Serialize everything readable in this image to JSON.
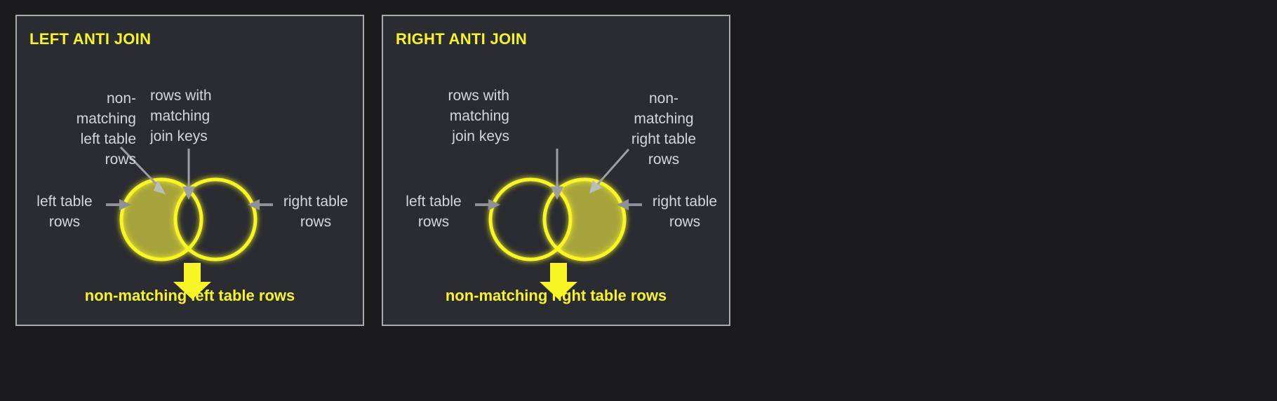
{
  "page": {
    "background_color": "#1b1b1d",
    "panel_background": "#2b2c31",
    "panel_border_color": "#a8aab0",
    "accent_yellow": "#f7f524",
    "fill_olive": "#a8a43c",
    "label_gray": "#d4d6da",
    "arrow_gray": "#909398"
  },
  "panels": [
    {
      "id": "left-anti-join",
      "title": "LEFT ANTI JOIN",
      "labels": {
        "top_left": "non-\nmatching\nleft table\nrows",
        "top_right": "rows with\nmatching\njoin keys",
        "side_left": "left table\nrows",
        "side_right": "right table\nrows"
      },
      "caption": "non-matching left table rows",
      "venn": {
        "left_circle_filled": true,
        "right_circle_filled": false,
        "intersection_filled": false
      }
    },
    {
      "id": "right-anti-join",
      "title": "RIGHT ANTI JOIN",
      "labels": {
        "top_left": "rows with\nmatching\njoin keys",
        "top_right": "non-\nmatching\nright table\nrows",
        "side_left": "left table\nrows",
        "side_right": "right table\nrows"
      },
      "caption": "non-matching right table rows",
      "venn": {
        "left_circle_filled": false,
        "right_circle_filled": true,
        "intersection_filled": false
      }
    }
  ]
}
